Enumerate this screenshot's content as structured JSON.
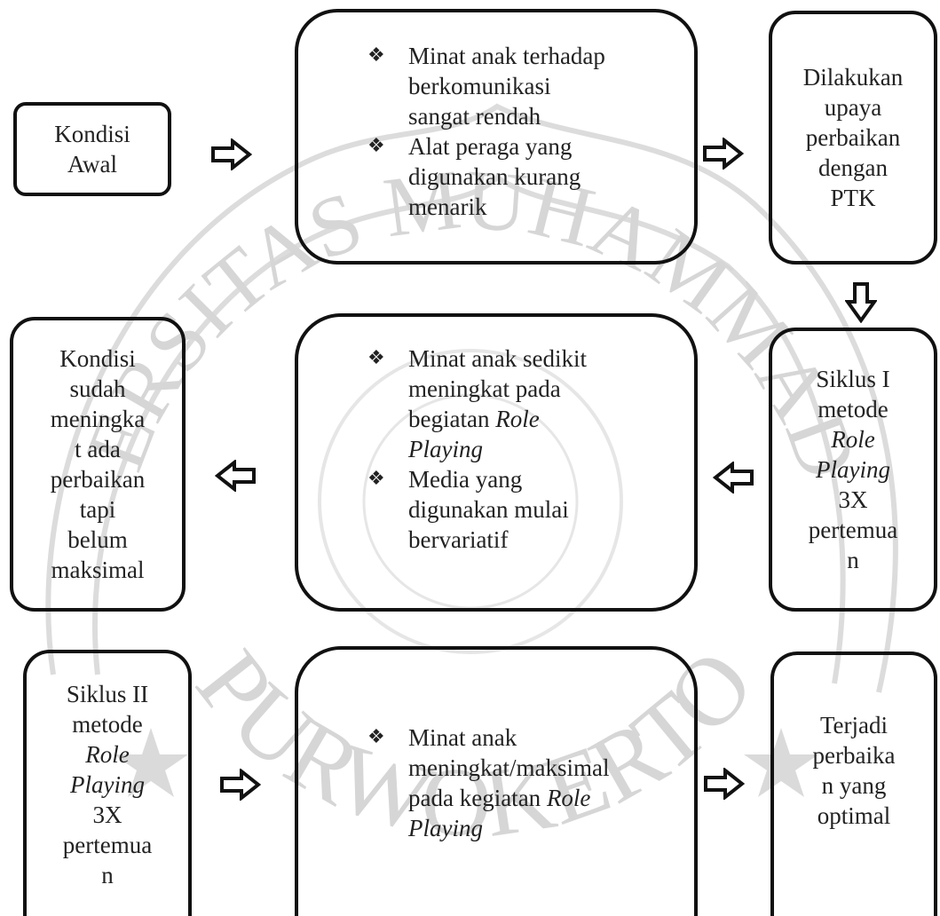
{
  "bullet_glyph": "❖",
  "boxes": {
    "kondisi_awal": [
      "Kondisi",
      "Awal"
    ],
    "masalah": [
      [
        "Minat anak terhadap",
        "berkomunikasi",
        "sangat rendah"
      ],
      [
        "Alat peraga yang",
        "digunakan kurang",
        "menarik"
      ]
    ],
    "ptk": [
      "Dilakukan",
      "upaya",
      "perbaikan",
      "dengan",
      "PTK"
    ],
    "siklus1": [
      "Siklus I",
      "metode",
      "Role",
      "Playing",
      "3X",
      "pertemua",
      "n"
    ],
    "hasil1": [
      [
        "Minat anak sedikit",
        "meningkat pada",
        "begiatan ",
        "Role",
        "Playing"
      ],
      [
        "Media yang",
        "digunakan mulai",
        "bervariatif"
      ]
    ],
    "kondisi_sudah": [
      "Kondisi",
      "sudah",
      "meningka",
      "t ada",
      "perbaikan",
      "tapi",
      "belum",
      "maksimal"
    ],
    "siklus2": [
      "Siklus II",
      "metode",
      "Role",
      "Playing",
      "3X",
      "pertemua",
      "n"
    ],
    "hasil2": [
      [
        "Minat anak",
        "meningkat/maksimal",
        "pada kegiatan ",
        "Role",
        "Playing"
      ]
    ],
    "optimal": [
      "Terjadi",
      "perbaika",
      "n yang",
      "optimal"
    ]
  },
  "watermark": {
    "top_text": "UNIVERSITAS MUHAMMADIYAH",
    "bottom_text": "PURWOKERTO"
  },
  "colors": {
    "border": "#111111",
    "text": "#222222",
    "watermark": "#d4d4d4"
  }
}
